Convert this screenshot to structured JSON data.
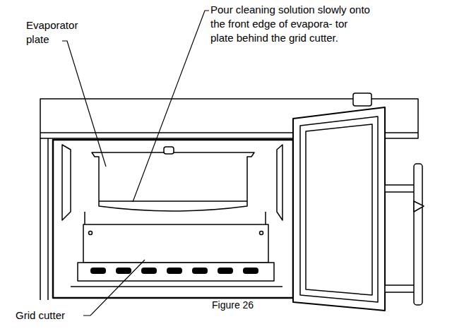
{
  "diagram": {
    "caption": "Figure 26",
    "labels": [
      "Evaporator plate",
      "Pour cleaning solution slowly onto the front edge of evapora- tor plate behind the grid cutter.",
      "Grid cutter"
    ]
  }
}
